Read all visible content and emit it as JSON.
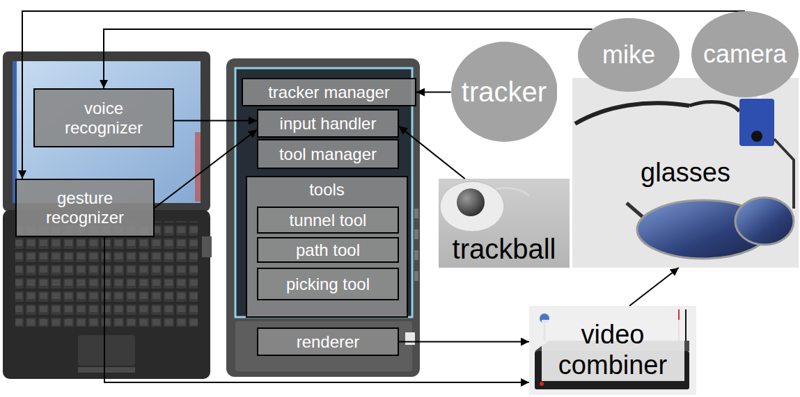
{
  "diagram": {
    "nodes": [
      {
        "text": [
          "mike"
        ]
      },
      {
        "text": [
          "camera"
        ]
      },
      {
        "text": [
          "tracker manager"
        ]
      },
      {
        "text": [
          "input handler"
        ]
      },
      {
        "text": [
          "voice recognizer"
        ]
      },
      {
        "text": [
          "tracker"
        ]
      },
      {
        "text": [
          "tool manager"
        ]
      },
      {
        "text": [
          "glasses"
        ]
      },
      {
        "text": [
          "gesture recognizer"
        ]
      },
      {
        "text": [
          "tools"
        ]
      },
      {
        "text": [
          "tunnel tool"
        ],
        "in": 9
      },
      {
        "text": [
          "path tool"
        ],
        "in": 9
      },
      {
        "text": [
          "picking tool"
        ],
        "in": 9
      },
      {
        "text": [
          "trackball"
        ]
      },
      {
        "text": [
          "renderer"
        ]
      },
      {
        "text": [
          "video combiner"
        ]
      }
    ],
    "edges": [
      {
        "from": 1,
        "to": 8,
        "arrow": "to"
      },
      {
        "from": 0,
        "to": 4,
        "arrow": "to"
      },
      {
        "from": 4,
        "to": 3,
        "arrow": "to"
      },
      {
        "from": 8,
        "to": 3,
        "arrow": "to"
      },
      {
        "from": 5,
        "to": 2,
        "arrow": "to"
      },
      {
        "from": 13,
        "to": 3,
        "arrow": "to"
      },
      {
        "from": 14,
        "to": 15,
        "arrow": "to"
      },
      {
        "from": 8,
        "to": 15,
        "arrow": "to"
      },
      {
        "from": 15,
        "to": 7,
        "arrow": "to"
      }
    ]
  }
}
